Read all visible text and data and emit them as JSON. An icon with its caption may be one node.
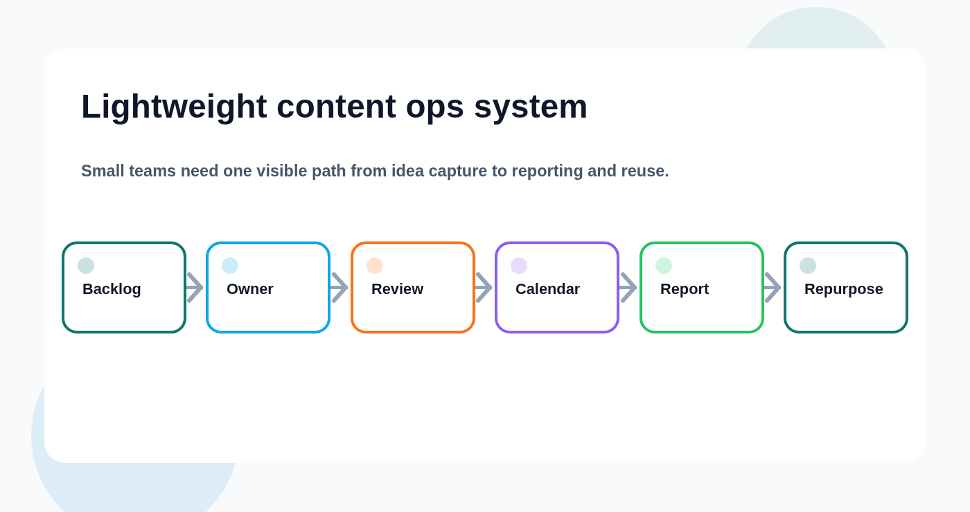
{
  "diagram": {
    "title": "Lightweight content ops system",
    "nodes": [
      {
        "text": [
          "Backlog"
        ]
      },
      {
        "text": [
          "Owner"
        ]
      },
      {
        "text": [
          "Review"
        ]
      },
      {
        "text": [
          "Calendar"
        ]
      },
      {
        "text": [
          "Report"
        ]
      },
      {
        "text": [
          "Repurpose"
        ]
      }
    ],
    "edges": [
      {
        "from": 0,
        "to": 1,
        "arrow": "to"
      },
      {
        "from": 1,
        "to": 2,
        "arrow": "to"
      },
      {
        "from": 2,
        "to": 3,
        "arrow": "to"
      },
      {
        "from": 3,
        "to": 4,
        "arrow": "to"
      },
      {
        "from": 4,
        "to": 5,
        "arrow": "to"
      }
    ],
    "labels": [
      "Small teams need one visible path from idea capture to reporting and reuse."
    ]
  }
}
